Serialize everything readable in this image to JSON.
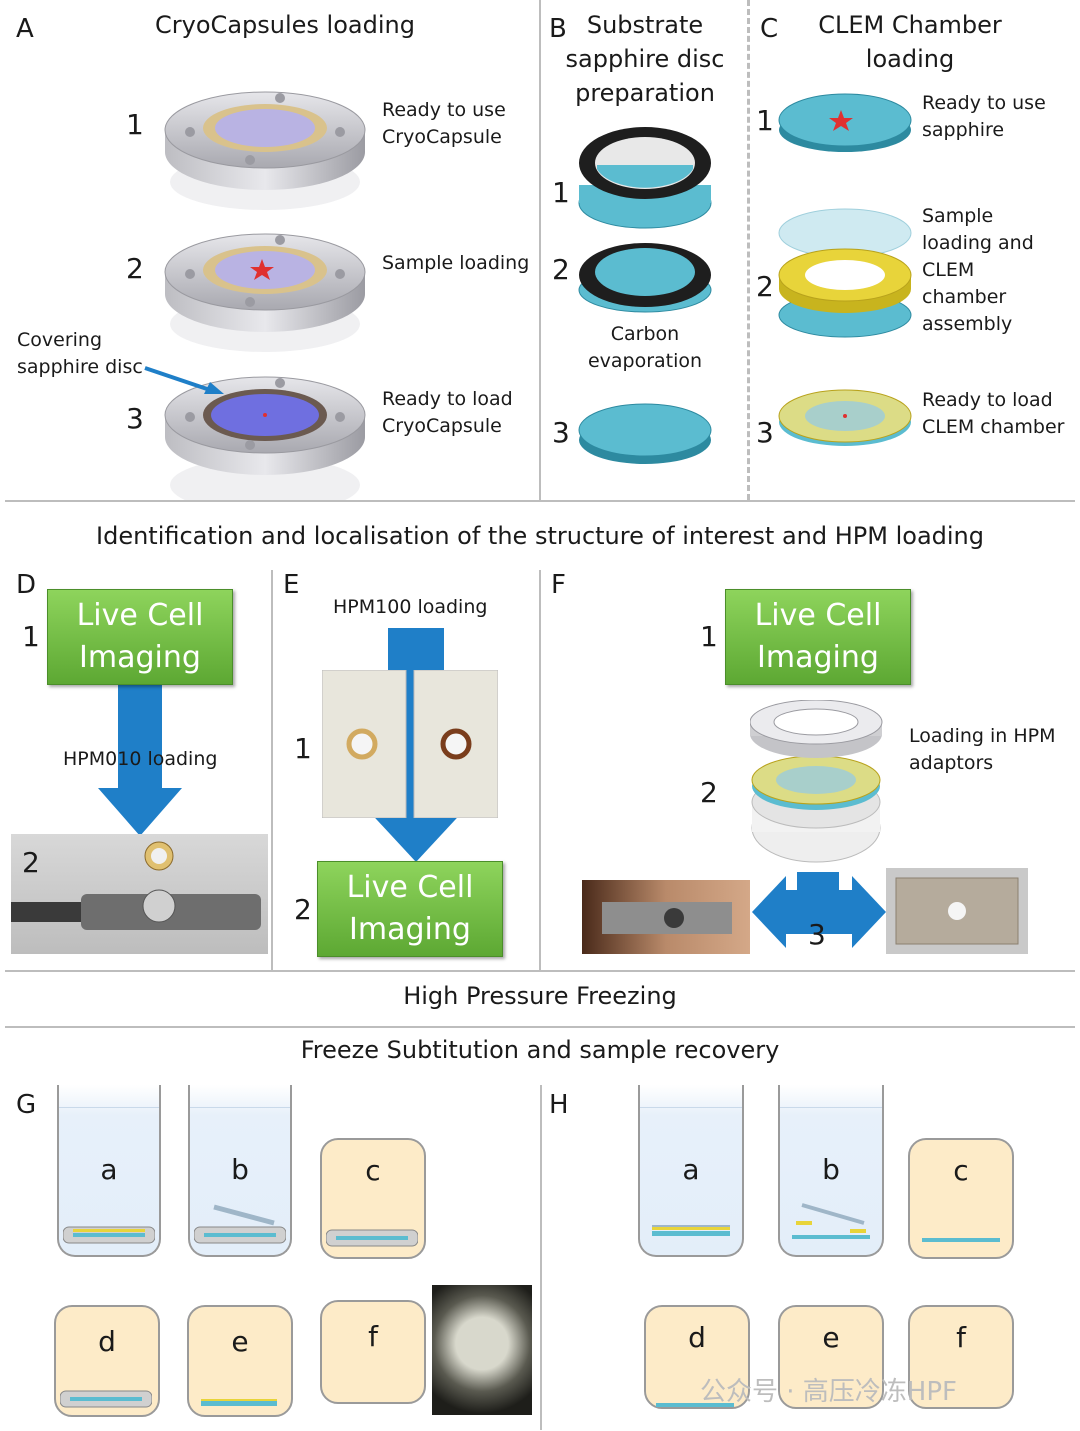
{
  "panels": {
    "A": {
      "letter": "A",
      "title": "CryoCapsules loading",
      "steps": [
        {
          "n": "1",
          "text": [
            "Ready to use",
            "CryoCapsule"
          ]
        },
        {
          "n": "2",
          "text": [
            "Sample loading"
          ]
        },
        {
          "n": "3",
          "text": [
            "Ready to load",
            "CryoCapsule"
          ]
        }
      ],
      "annotation": [
        "Covering",
        "sapphire disc"
      ]
    },
    "B": {
      "letter": "B",
      "title": [
        "Substrate",
        "sapphire disc",
        "preparation"
      ],
      "steps": [
        "1",
        "2",
        "3"
      ],
      "note": [
        "Carbon",
        "evaporation"
      ]
    },
    "C": {
      "letter": "C",
      "title": [
        "CLEM Chamber",
        "loading"
      ],
      "steps": [
        {
          "n": "1",
          "text": [
            "Ready to use",
            "sapphire"
          ]
        },
        {
          "n": "2",
          "text": [
            "Sample",
            "loading and",
            "CLEM",
            "chamber",
            "assembly"
          ]
        },
        {
          "n": "3",
          "text": [
            "Ready to load",
            "CLEM chamber"
          ]
        }
      ]
    },
    "D": {
      "letter": "D",
      "live": [
        "Live Cell",
        "Imaging"
      ],
      "arrow_label": "HPM010 loading",
      "steps": [
        "1",
        "2"
      ]
    },
    "E": {
      "letter": "E",
      "top_label": "HPM100 loading",
      "live": [
        "Live Cell",
        "Imaging"
      ],
      "steps": [
        "1",
        "2"
      ]
    },
    "F": {
      "letter": "F",
      "live": [
        "Live Cell",
        "Imaging"
      ],
      "caption": [
        "Loading in HPM",
        "adaptors"
      ],
      "steps": [
        "1",
        "2",
        "3"
      ]
    },
    "G": {
      "letter": "G",
      "labels": [
        "a",
        "b",
        "c",
        "d",
        "e",
        "f"
      ]
    },
    "H": {
      "letter": "H",
      "labels": [
        "a",
        "b",
        "c",
        "d",
        "e",
        "f"
      ]
    }
  },
  "section_titles": {
    "identification": "Identification and localisation of the structure of interest and HPM loading",
    "hpf": "High Pressure Freezing",
    "fs": "Freeze Subtitution and sample recovery"
  },
  "watermark": "公众号 · 高压冷冻HPF",
  "colors": {
    "arrow": "#1f7fc8",
    "live_green": "#6cb83f",
    "sapphire_teal": "#5bbcd0",
    "yellow": "#e8d43a",
    "star": "#e03030",
    "box_fill": "#fdebc8",
    "tube_fill": "#e3eef9"
  }
}
